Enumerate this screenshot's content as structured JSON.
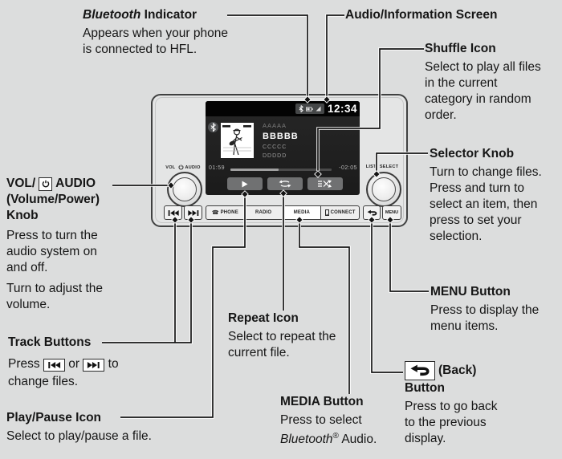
{
  "colors": {
    "page_bg": "#dcdddd",
    "screen_bg": "#1e1e1e",
    "highlighted_button_bg": "#ffffff"
  },
  "callouts": {
    "bluetooth_indicator": {
      "title_italic": "Bluetooth",
      "title_rest": " Indicator",
      "body": "Appears when your phone is connected to HFL."
    },
    "audio_screen": {
      "title": "Audio/Information Screen"
    },
    "shuffle": {
      "title": "Shuffle Icon",
      "body": "Select to play all files in the current category in random order."
    },
    "selector_knob": {
      "title": "Selector Knob",
      "body": "Turn to change files. Press and turn to select an item, then press to set your selection."
    },
    "menu_button": {
      "title": "MENU Button",
      "body": "Press to display the menu items."
    },
    "back_button": {
      "title_after_icon": "(Back)",
      "title_line2": "Button",
      "body": "Press to go back to the previous display."
    },
    "volume_knob": {
      "title_prefix": "VOL/",
      "title_suffix": "AUDIO",
      "title_line2": "(Volume/Power)",
      "title_line3": "Knob",
      "body1": "Press to turn the audio system on and off.",
      "body2": "Turn to adjust the volume."
    },
    "track_buttons": {
      "title": "Track Buttons",
      "body_prefix": "Press",
      "body_or": "or",
      "body_suffix": "to change files."
    },
    "play_pause": {
      "title": "Play/Pause Icon",
      "body": "Select to play/pause a file."
    },
    "repeat": {
      "title": "Repeat Icon",
      "body": "Select to repeat the current file."
    },
    "media_button": {
      "title": "MEDIA Button",
      "body_prefix": "Press to select",
      "body_italic": "Bluetooth",
      "body_sup": "®",
      "body_suffix": " Audio."
    }
  },
  "radio": {
    "screen": {
      "time": "12:34",
      "track_line1": "AAAAA",
      "track_line2": "BBBBB",
      "track_line3": "CCCCC",
      "track_line4": "DDDDD",
      "elapsed": "01:59",
      "remaining": "-02:05",
      "progress_percent": 48
    },
    "knobs": {
      "vol": "VOL",
      "audio": "AUDIO",
      "list": "LIST",
      "select": "SELECT"
    },
    "buttons": {
      "phone": "PHONE",
      "radio": "RADIO",
      "media": "MEDIA",
      "connect": "CONNECT",
      "menu": "MENU"
    },
    "icons": {
      "status": [
        "bluetooth-icon",
        "battery-icon",
        "signal-icon"
      ],
      "soft": [
        "play-icon",
        "repeat-icon",
        "shuffle-icon"
      ],
      "hard": [
        "previous-track-icon",
        "next-track-icon",
        "phone-icon",
        "connect-phone-icon",
        "back-icon"
      ]
    }
  }
}
